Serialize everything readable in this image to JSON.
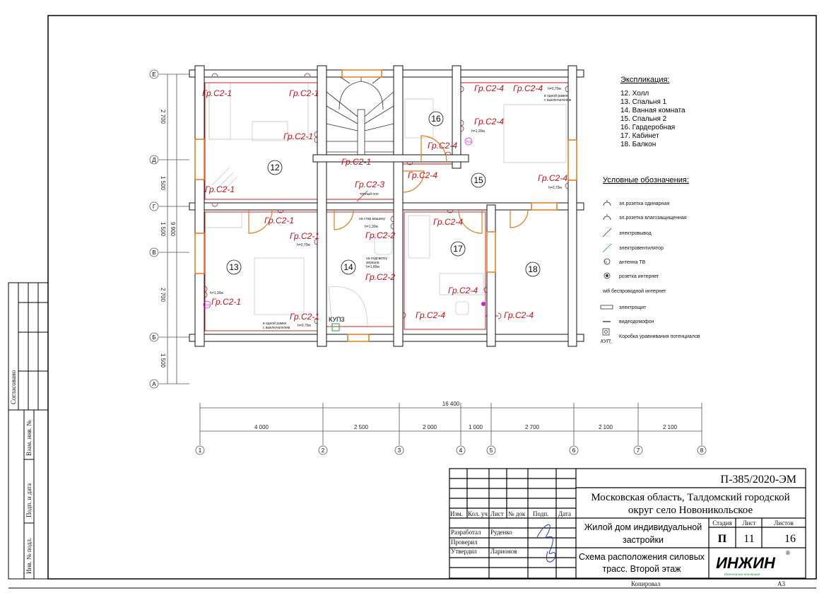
{
  "stamp_left": {
    "agreed": "Согласовано",
    "inv_replace": "Взам. инв. №",
    "sign_date": "Подп. и дата",
    "inv_orig": "Инв. № подл."
  },
  "axes": {
    "rows": [
      "Е",
      "Д",
      "Г",
      "В",
      "Б",
      "А"
    ],
    "cols": [
      "1",
      "2",
      "3",
      "4",
      "5",
      "6",
      "7",
      "8"
    ],
    "row_dims": [
      "2 700",
      "1 500",
      "1 500",
      "2 700",
      "1 500"
    ],
    "row_total": "9 900",
    "col_dims": [
      "4 000",
      "2 500",
      "2 000",
      "1 000",
      "2 700",
      "2 100",
      "2 100"
    ],
    "col_total": "16 400"
  },
  "plan": {
    "rooms": [
      "12",
      "13",
      "14",
      "15",
      "16",
      "17",
      "18"
    ],
    "circuits": {
      "c21": "Гр.С2-1",
      "c22": "Гр.С2-2",
      "c23": "Гр.С2-3",
      "c24": "Гр.С2-4"
    },
    "notes": {
      "h070": "h=0,70м",
      "h130": "h=1,30м",
      "one_frame_1": "в одной рамке",
      "one_frame_2": "с выключателем",
      "warm_floor": "теплый пол",
      "washer": "на стир.машину",
      "mirror_1": "на подсветку",
      "mirror_2": "зеркала",
      "mirror_3": "h=1,80м",
      "tv2": "TV2",
      "tv3": "TV3",
      "kup": "КУП3"
    }
  },
  "explication": {
    "title": "Экспликация:",
    "items": [
      "12. Холл",
      "13. Спальня 1",
      "14. Ванная комната",
      "15. Спальня 2",
      "16. Гардеробная",
      "17. Кабинет",
      "18. Балкон"
    ]
  },
  "legend": {
    "title": "Условные обозначения:",
    "items": [
      {
        "icon": "socket-single-icon",
        "label": "эл.розетка одинарная"
      },
      {
        "icon": "socket-waterproof-icon",
        "label": "эл.розетка влагозащищенная"
      },
      {
        "icon": "electrical-outlet-icon",
        "label": "электровывод"
      },
      {
        "icon": "fan-icon",
        "label": "электровентилятор"
      },
      {
        "icon": "tv-antenna-icon",
        "label": "антенна ТВ"
      },
      {
        "icon": "internet-socket-icon",
        "label": "розетка интернет"
      },
      {
        "icon": "wifi-icon",
        "label": "wifi беспроводной интернет"
      },
      {
        "icon": "panel-icon",
        "label": "электрощит"
      },
      {
        "icon": "intercom-icon",
        "label": "видеодомофон"
      },
      {
        "icon": "kup-box-icon",
        "label": "Коробка уравнивания потенциалов"
      }
    ],
    "kup_label": "КУП_"
  },
  "title_block": {
    "code": "П-385/2020-ЭМ",
    "address_1": "Московская область, Талдомский городской",
    "address_2": "округ село Новоникольское",
    "object_1": "Жилой дом индивидуальной",
    "object_2": "застройки",
    "sheet_title_1": "Схема расположения силовых",
    "sheet_title_2": "трасс. Второй этаж",
    "headers": [
      "Изм.",
      "Кол. уч",
      "Лист",
      "№ док",
      "Подп.",
      "Дата"
    ],
    "roles": [
      {
        "role": "Разработал",
        "name": "Руденко"
      },
      {
        "role": "Проверил",
        "name": ""
      },
      {
        "role": "Утвердил",
        "name": "Ларионов"
      }
    ],
    "stage_label": "Стадия",
    "sheet_label": "Лист",
    "sheets_label": "Листов",
    "stage": "П",
    "sheet": "11",
    "sheets": "16",
    "logo": "ИНЖИН",
    "logo_sub": "Инженерные инновации",
    "copied": "Копировал",
    "format": "А3"
  },
  "colors": {
    "circuit": "#c8101a",
    "window": "#e07a1a",
    "furniture": "#c8c8c8",
    "logo": "#1aa04a"
  }
}
